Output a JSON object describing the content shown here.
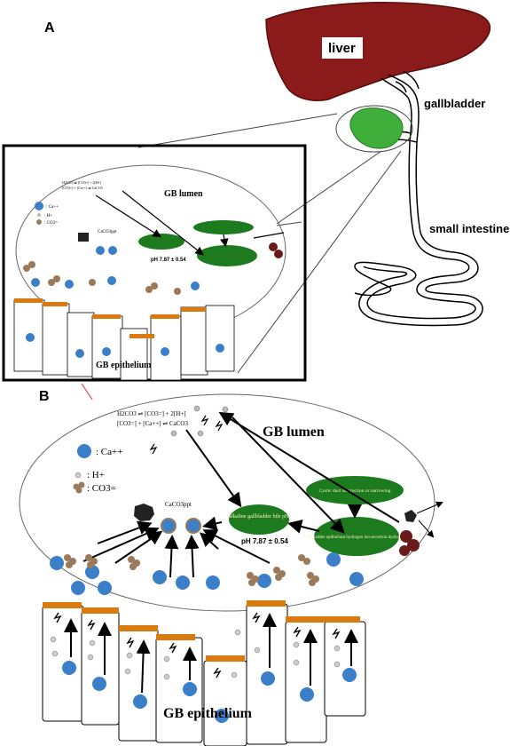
{
  "panels": {
    "a": "A",
    "b": "B"
  },
  "anatomy": {
    "liver": "liver",
    "gallbladder": "gallbladder",
    "small_intestine": "small intestine"
  },
  "labels": {
    "lumen": "GB lumen",
    "epithelium": "GB epithelium",
    "ph": "pH 7.87 ± 0.54",
    "caco3": "CaCO3ppt",
    "ca_legend": ": Ca++",
    "h_legend": ": H+",
    "co3_legend": ": CO3="
  },
  "equations": {
    "line1": "H2CO3 ⇌ [CO3=] + 2[H+]",
    "line2": "[CO3=] + [Ca++] ⇌ CaCO3"
  },
  "ovals": {
    "alkaline": "alkaline gallbladder bile pH",
    "cystic": "Cystic duct obstruction or narrowing",
    "hydrogen": "Gallbladder epithelium hydrogen ion secretion dysfunction"
  },
  "colors": {
    "liver": "#8b1a1a",
    "gallbladder": "#3fae3a",
    "ca_ion": "#3a7fc8",
    "co3_ion": "#9a7a5a",
    "membrane": "#d97a10",
    "oval": "#1e7a1e"
  }
}
